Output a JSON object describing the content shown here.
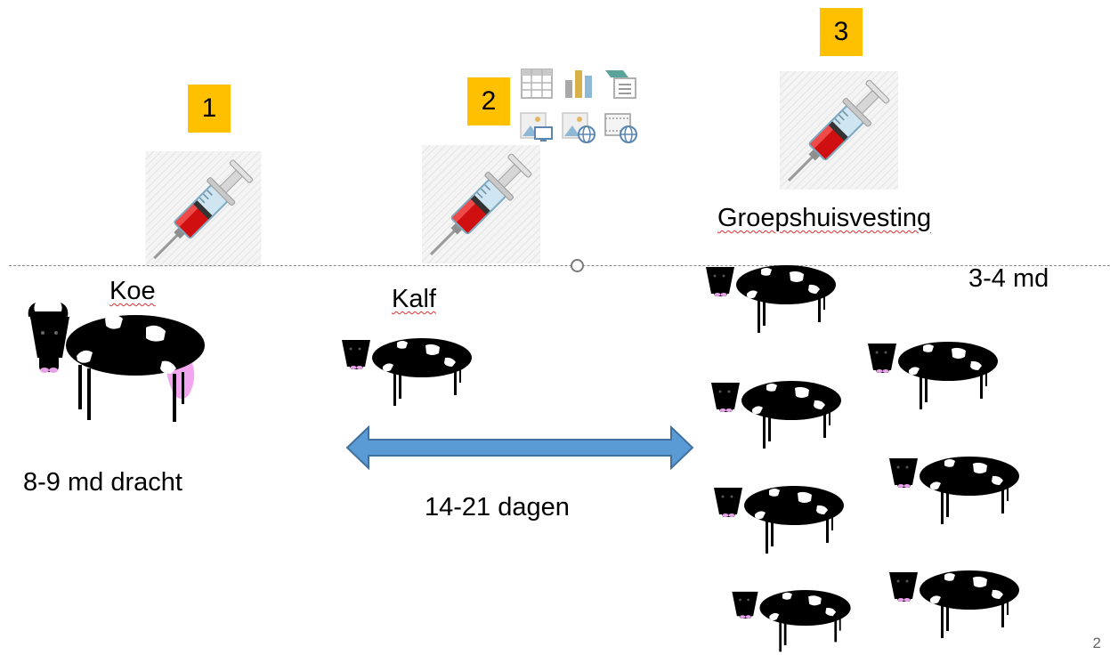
{
  "badges": {
    "b1": "1",
    "b2": "2",
    "b3": "3"
  },
  "labels": {
    "koe": "Koe",
    "kalf": "Kalf",
    "group": "Groepshuisvesting",
    "age": "3-4 md",
    "gestation": "8-9 md dracht",
    "interval": "14-21 dagen"
  },
  "page_number": "2",
  "icons": {
    "syringe": "syringe-icon",
    "cow": "cow-icon",
    "calf": "calf-icon",
    "arrow": "double-arrow",
    "placeholders": [
      "insert-table-icon",
      "insert-chart-icon",
      "insert-smartart-icon",
      "insert-picture-icon",
      "insert-online-picture-icon",
      "insert-video-icon"
    ]
  },
  "colors": {
    "badge": "#ffc000",
    "arrow_fill": "#5b9bd5",
    "arrow_stroke": "#41719c",
    "syringe_red": "#d01010",
    "udder": "#f2a6f0"
  }
}
